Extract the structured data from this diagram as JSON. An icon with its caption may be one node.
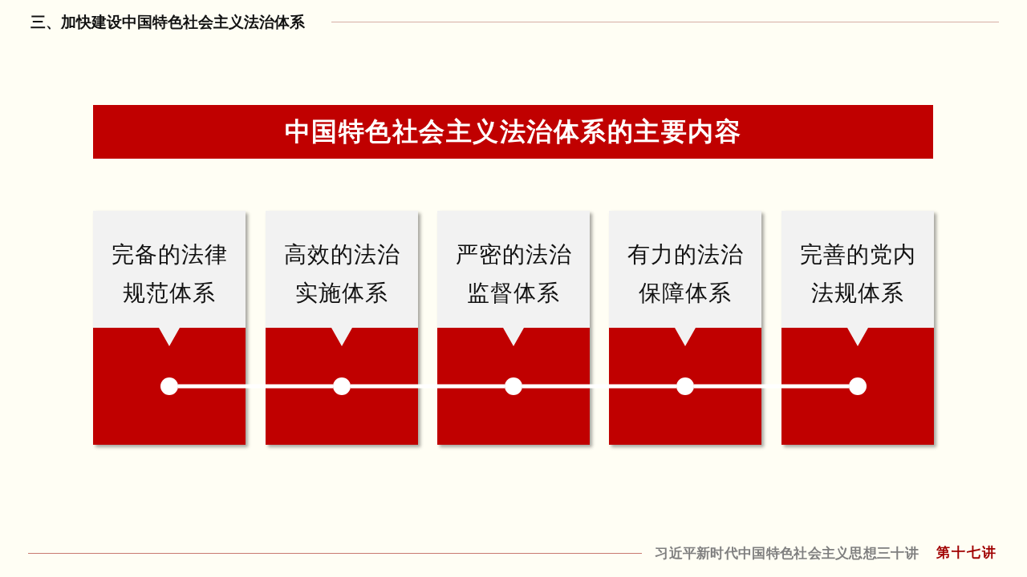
{
  "diagram": {
    "title": "三、加快建设中国特色社会主义法治体系",
    "nodes": [
      {
        "text": [
          "中国特色社会主义法治体系的主要内容"
        ]
      },
      {
        "text": [
          "完备的法律规范体系"
        ]
      },
      {
        "text": [],
        "shape": "circle",
        "in": 1
      },
      {
        "text": [
          "高效的法治实施体系"
        ]
      },
      {
        "text": [],
        "shape": "circle",
        "in": 3
      },
      {
        "text": [
          "严密的法治监督体系"
        ]
      },
      {
        "text": [],
        "shape": "circle",
        "in": 5
      },
      {
        "text": [
          "有力的法治保障体系"
        ]
      },
      {
        "text": [],
        "shape": "circle",
        "in": 7
      },
      {
        "text": [
          "完善的党内法规体系"
        ]
      },
      {
        "text": [],
        "shape": "circle",
        "in": 9
      }
    ],
    "edges": [
      {
        "from": 2,
        "to": 4,
        "arrow": "none"
      },
      {
        "from": 4,
        "to": 6,
        "arrow": "none"
      },
      {
        "from": 6,
        "to": 8,
        "arrow": "none"
      },
      {
        "from": 8,
        "to": 10,
        "arrow": "none"
      }
    ],
    "labels": [
      "习近平新时代中国特色社会主义思想三十讲",
      "第十七讲"
    ]
  }
}
